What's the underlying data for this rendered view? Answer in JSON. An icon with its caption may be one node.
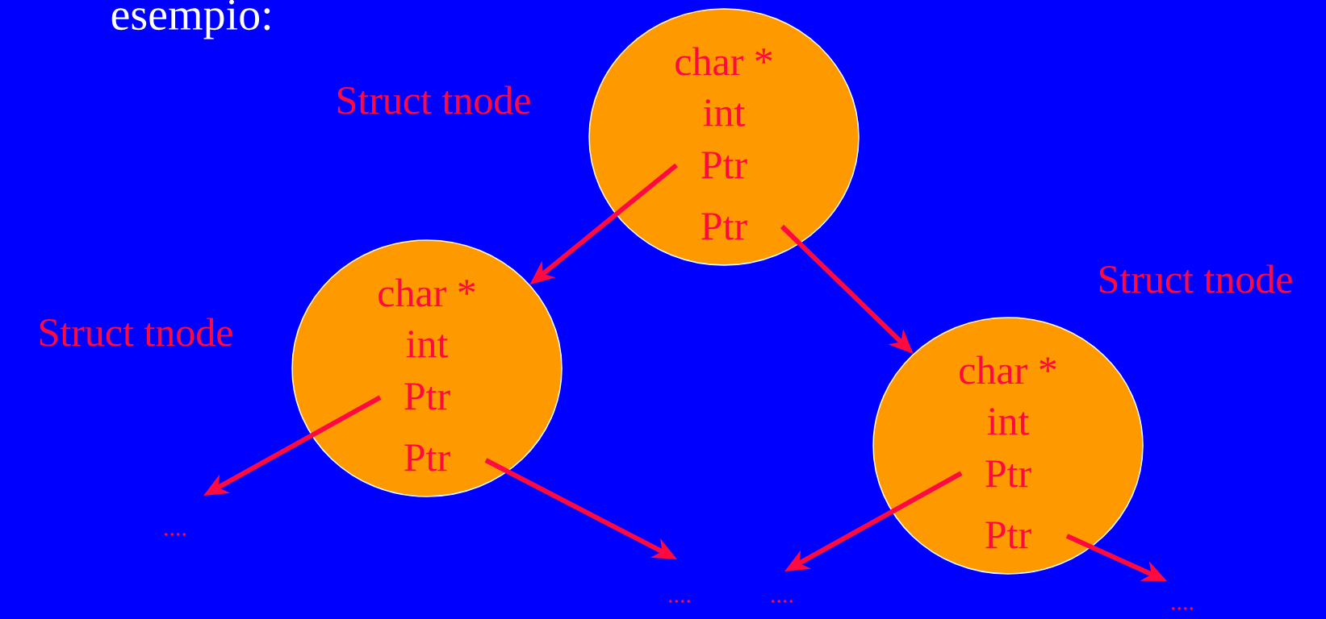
{
  "diagram": {
    "title": "esempio:",
    "nodes": [
      {
        "text": [
          "char *",
          "int",
          "Ptr",
          "Ptr"
        ],
        "beside": [
          "Struct tnode"
        ]
      },
      {
        "text": [
          "char *",
          "int",
          "Ptr",
          "Ptr"
        ],
        "beside": [
          "Struct tnode"
        ]
      },
      {
        "text": [
          "char *",
          "int",
          "Ptr",
          "Ptr"
        ],
        "beside": [
          "Struct tnode"
        ]
      },
      {
        "text": [
          "...."
        ]
      },
      {
        "text": [
          "...."
        ]
      },
      {
        "text": [
          "...."
        ]
      },
      {
        "text": [
          "...."
        ]
      }
    ],
    "edges": [
      {
        "from": 0,
        "to": 1,
        "arrow": "to"
      },
      {
        "from": 0,
        "to": 2,
        "arrow": "to"
      },
      {
        "from": 1,
        "to": 3,
        "arrow": "to"
      },
      {
        "from": 1,
        "to": 4,
        "arrow": "to"
      },
      {
        "from": 2,
        "to": 5,
        "arrow": "to"
      },
      {
        "from": 2,
        "to": 6,
        "arrow": "to"
      }
    ]
  }
}
